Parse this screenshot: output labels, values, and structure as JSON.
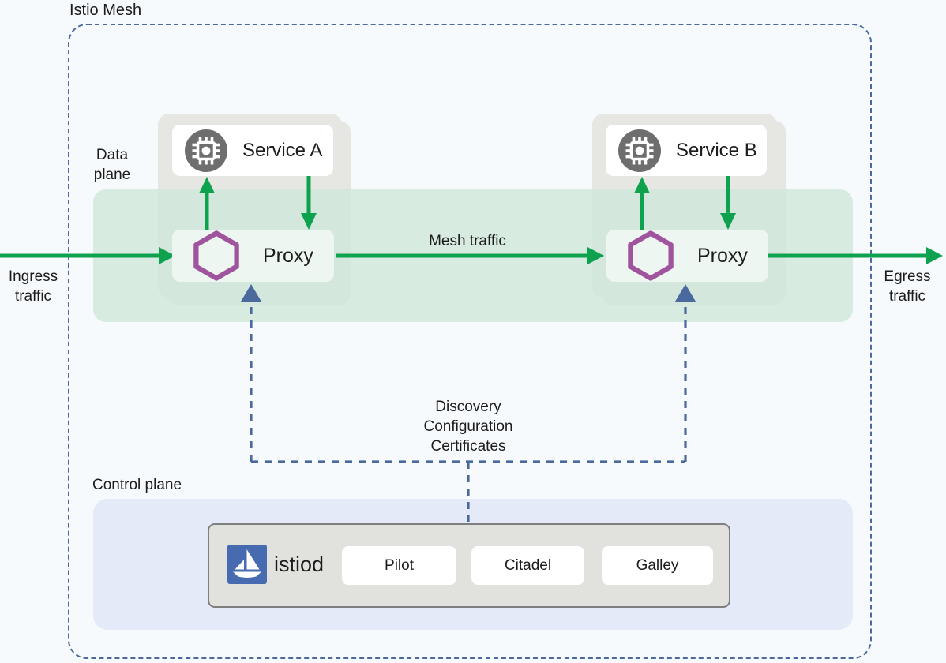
{
  "title": "Istio Mesh",
  "colors": {
    "background": "#f7fafc",
    "mesh_border_blue": "#4a699c",
    "traffic_green": "#0ea24f",
    "band_green": "#e1efe7",
    "workload_gray": "#e6e6e3",
    "proxy_fill": "#eef6f1",
    "hexagon_purple": "#a1549e",
    "service_icon_gray": "#6e6e6e",
    "control_plane_fill": "#e4eaf7",
    "istiod_box_fill": "#e1e1de",
    "istio_blue": "#466bb0"
  },
  "labels": {
    "data_plane": "Data\nplane",
    "control_plane": "Control plane",
    "ingress": "Ingress\ntraffic",
    "egress": "Egress\ntraffic",
    "mesh_traffic": "Mesh traffic",
    "discovery_lines": [
      "Discovery",
      "Configuration",
      "Certificates"
    ]
  },
  "services": [
    {
      "label": "Service A"
    },
    {
      "label": "Service B"
    }
  ],
  "proxies": [
    {
      "label": "Proxy"
    },
    {
      "label": "Proxy"
    }
  ],
  "control_plane": {
    "istiod_label": "istiod",
    "components": [
      {
        "label": "Pilot"
      },
      {
        "label": "Citadel"
      },
      {
        "label": "Galley"
      }
    ]
  }
}
